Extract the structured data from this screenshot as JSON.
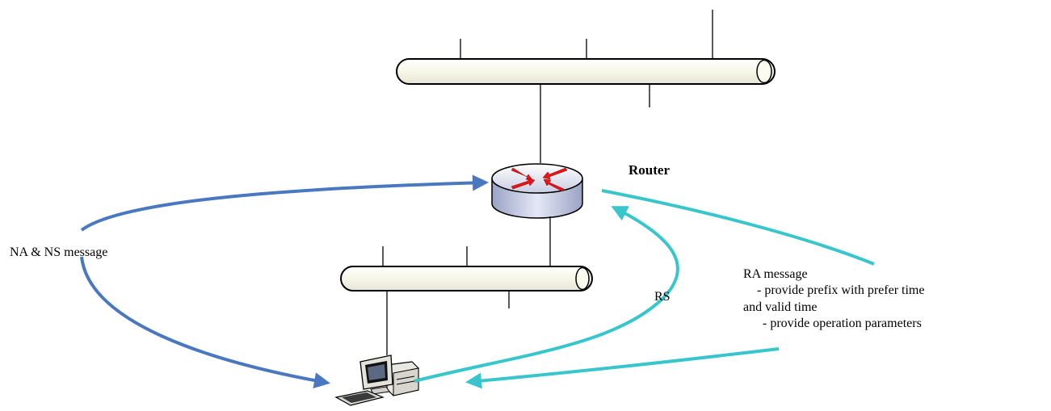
{
  "labels": {
    "router": "Router",
    "na_ns": "NA & NS message",
    "rs": "RS",
    "ra_title": "RA message",
    "ra_line1": "- provide prefix with prefer time",
    "ra_line2": "and valid time",
    "ra_line3": "- provide operation parameters"
  },
  "colors": {
    "na_ns_arrow": "#4a78c0",
    "ra_rs_arrow": "#38c6cc",
    "router_arrows": "#e8141a",
    "bus_fill": "#fbfbf0"
  },
  "icons": {
    "router": "router-icon",
    "host": "computer-icon"
  }
}
